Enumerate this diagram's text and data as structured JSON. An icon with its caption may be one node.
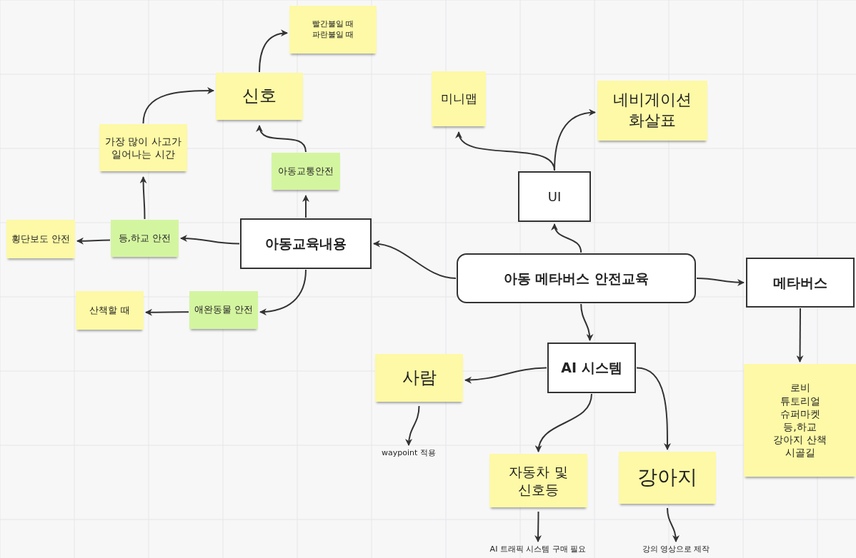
{
  "diagram": {
    "nodes": [
      {
        "text": [
          "아동 메타버스 안전교육"
        ]
      },
      {
        "text": [
          "아동교육내용"
        ]
      },
      {
        "text": [
          "UI"
        ]
      },
      {
        "text": [
          "메타버스"
        ]
      },
      {
        "text": [
          "AI 시스템"
        ]
      },
      {
        "text": [
          "아동교통안전"
        ]
      },
      {
        "text": [
          "등,하교 안전"
        ]
      },
      {
        "text": [
          "애완동물 안전"
        ]
      },
      {
        "text": [
          "신호"
        ]
      },
      {
        "text": [
          "가장 많이 사고가 일어나는 시간"
        ]
      },
      {
        "text": [
          "빨간불일 때",
          "파란불일 때"
        ]
      },
      {
        "text": [
          "횡단보도 안전"
        ]
      },
      {
        "text": [
          "산책할 때"
        ]
      },
      {
        "text": [
          "미니맵"
        ]
      },
      {
        "text": [
          "네비게이션 화살표"
        ]
      },
      {
        "text": [
          "로비",
          "튜토리얼",
          "슈퍼마켓",
          "등,하교",
          "강아지 산책",
          "시골길"
        ]
      },
      {
        "text": [
          "사람"
        ]
      },
      {
        "text": [
          "자동차 및 신호등"
        ]
      },
      {
        "text": [
          "강아지"
        ]
      },
      {
        "text": [
          "waypoint 적용"
        ]
      },
      {
        "text": [
          "AI 트래픽 시스템 구매 필요"
        ]
      },
      {
        "text": [
          "강의 영상으로 제작"
        ]
      }
    ],
    "edges": [
      {
        "from": 0,
        "to": 1,
        "arrow": "to"
      },
      {
        "from": 0,
        "to": 2,
        "arrow": "to"
      },
      {
        "from": 0,
        "to": 3,
        "arrow": "to"
      },
      {
        "from": 0,
        "to": 4,
        "arrow": "to"
      },
      {
        "from": 1,
        "to": 5,
        "arrow": "to"
      },
      {
        "from": 1,
        "to": 6,
        "arrow": "to"
      },
      {
        "from": 1,
        "to": 7,
        "arrow": "to"
      },
      {
        "from": 5,
        "to": 8,
        "arrow": "to"
      },
      {
        "from": 6,
        "to": 9,
        "arrow": "to"
      },
      {
        "from": 9,
        "to": 8,
        "arrow": "to"
      },
      {
        "from": 8,
        "to": 10,
        "arrow": "to"
      },
      {
        "from": 6,
        "to": 11,
        "arrow": "to"
      },
      {
        "from": 7,
        "to": 12,
        "arrow": "to"
      },
      {
        "from": 2,
        "to": 13,
        "arrow": "to"
      },
      {
        "from": 2,
        "to": 14,
        "arrow": "to"
      },
      {
        "from": 3,
        "to": 15,
        "arrow": "to"
      },
      {
        "from": 4,
        "to": 16,
        "arrow": "to"
      },
      {
        "from": 4,
        "to": 17,
        "arrow": "to"
      },
      {
        "from": 4,
        "to": 18,
        "arrow": "to"
      },
      {
        "from": 16,
        "to": 19,
        "arrow": "to"
      },
      {
        "from": 17,
        "to": 20,
        "arrow": "to"
      },
      {
        "from": 18,
        "to": 21,
        "arrow": "to"
      }
    ]
  }
}
